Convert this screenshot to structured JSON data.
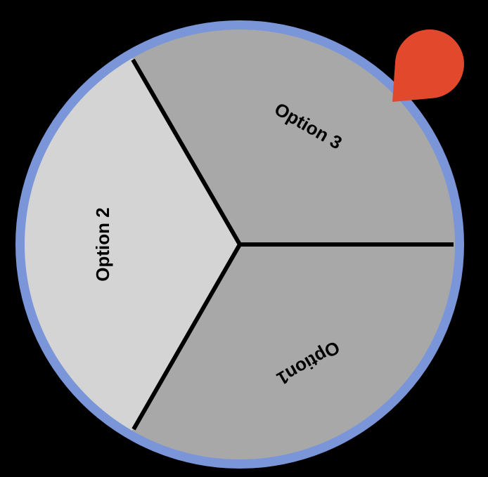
{
  "colors": {
    "background": "#000000",
    "wheel_ring": "#7B96D8",
    "divider": "#000000",
    "label": "#000000",
    "pointer": "#E2492C"
  },
  "wheel": {
    "segments": [
      {
        "label": "Option 3",
        "fill": "#A8A8A8",
        "position": "top-right"
      },
      {
        "label": "Option 2",
        "fill": "#D4D4D4",
        "position": "left"
      },
      {
        "label": "Option1",
        "fill": "#A8A8A8",
        "position": "bottom"
      }
    ]
  }
}
